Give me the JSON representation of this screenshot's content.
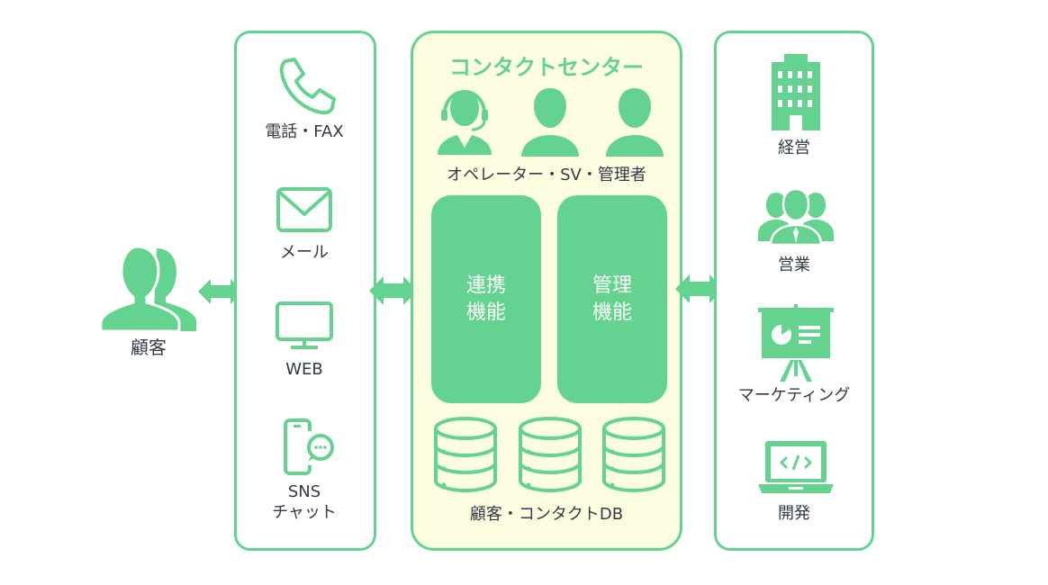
{
  "customer": {
    "label": "顧客",
    "icon": "two-people-icon"
  },
  "channels": {
    "items": [
      {
        "label": "電話・FAX",
        "icon": "phone-icon"
      },
      {
        "label": "メール",
        "icon": "mail-icon"
      },
      {
        "label": "WEB",
        "icon": "monitor-icon"
      },
      {
        "label_line1": "SNS",
        "label_line2": "チャット",
        "icon": "smartphone-chat-icon"
      }
    ]
  },
  "contact_center": {
    "title": "コンタクトセンター",
    "staff_label": "オペレーター・SV・管理者",
    "functions": [
      {
        "line1": "連携",
        "line2": "機能"
      },
      {
        "line1": "管理",
        "line2": "機能"
      }
    ],
    "db_label": "顧客・コンタクトDB"
  },
  "departments": {
    "items": [
      {
        "label": "経営",
        "icon": "building-icon"
      },
      {
        "label": "営業",
        "icon": "business-team-icon"
      },
      {
        "label": "マーケティング",
        "icon": "presentation-board-icon"
      },
      {
        "label": "開発",
        "icon": "laptop-code-icon"
      }
    ]
  },
  "colors": {
    "accent": "#64d38f",
    "center_bg": "#fdfde0",
    "text": "#333a47"
  }
}
